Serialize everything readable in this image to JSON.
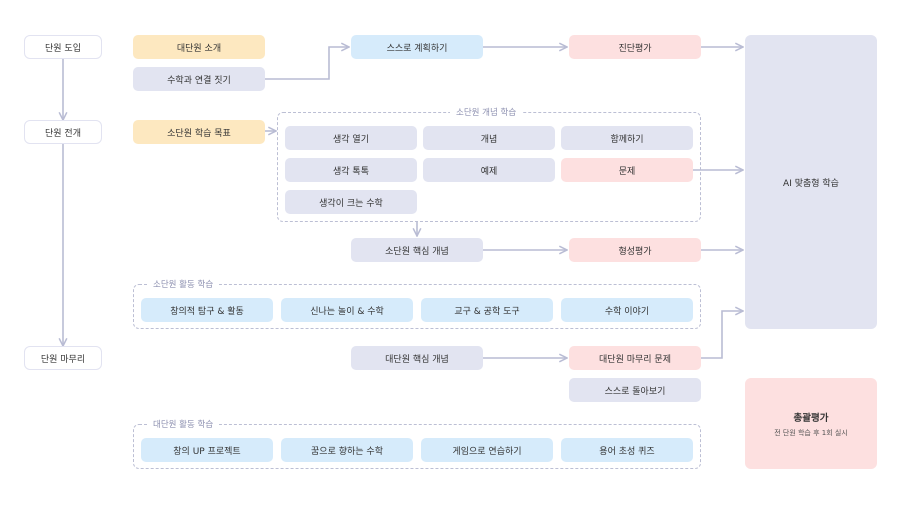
{
  "stages": [
    {
      "id": "intro",
      "label": "단원 도입"
    },
    {
      "id": "develop",
      "label": "단원 전개"
    },
    {
      "id": "wrapup",
      "label": "단원 마무리"
    }
  ],
  "intro": {
    "unit_intro": "대단원 소개",
    "connect_math": "수학과 연결 짓기",
    "self_plan": "스스로 계획하기",
    "diagnostic": "진단평가"
  },
  "develop": {
    "goal": "소단원 학습 목표",
    "concept_group": {
      "label": "소단원 개념 학습",
      "items": [
        "생각 열기",
        "개념",
        "함께하기",
        "생각 톡톡",
        "예제",
        "문제",
        "생각이 크는 수학"
      ]
    },
    "core_concept": "소단원 핵심 개념",
    "formative": "형성평가",
    "activity_group": {
      "label": "소단원 활동 학습",
      "items": [
        "창의적 탐구 & 활동",
        "신나는 놀이 & 수학",
        "교구 & 공학 도구",
        "수학 이야기"
      ]
    }
  },
  "wrapup": {
    "core_concept": "대단원 핵심 개념",
    "final_problems": "대단원 마무리 문제",
    "self_review": "스스로 돌아보기",
    "activity_group": {
      "label": "대단원 활동 학습",
      "items": [
        "창의 UP 프로젝트",
        "꿈으로 향하는 수학",
        "게임으로 연습하기",
        "용어 초성 퀴즈"
      ]
    }
  },
  "ai_learning": {
    "label": "AI 맞춤형 학습"
  },
  "summative": {
    "title": "총괄평가",
    "subtitle": "전 단원 학습 후 1회 실시"
  },
  "colors": {
    "yellow": "#fde8c0",
    "gray": "#e2e4f1",
    "blue": "#d6ebfb",
    "pink": "#fde0e0",
    "connector": "#b9bcd4"
  }
}
